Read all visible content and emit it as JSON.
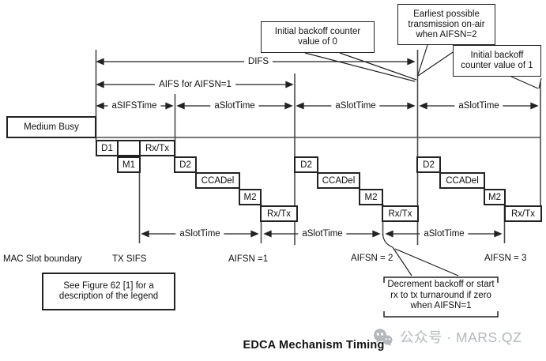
{
  "page": {
    "title": "EDCA Mechanism Timing"
  },
  "watermark": {
    "icon": "wechat-official-account-icon",
    "text": "公众号 · MARS.QZ"
  },
  "diagram": {
    "medium_busy_label": "Medium Busy",
    "arrow_labels": {
      "difs": "DIFS",
      "aifs": "AIFS for AIFSN=1",
      "asifstime": "aSIFSTime",
      "aslottime": "aSlotTime"
    },
    "block_labels": {
      "d1": "D1",
      "m1": "M1",
      "rx_tx": "Rx/Tx",
      "d2": "D2",
      "ccadel": "CCADel",
      "m2": "M2"
    },
    "callouts": {
      "initial_backoff_0": "Initial backoff counter value of 0",
      "earliest_possible": "Earliest possible transmission on-air when AIFSN=2",
      "initial_backoff_1": "Initial backoff counter value of 1"
    },
    "notes": {
      "see_figure": "See Figure 62 [1] for a description of the legend",
      "decrement_backoff": "Decrement backoff or start rx to tx turnaround if zero when AIFSN=1"
    },
    "axis_labels": {
      "mac_slot_boundary": "MAC Slot boundary",
      "tx_sifs": "TX SIFS",
      "aifsn_1": "AIFSN =1",
      "aifsn_2": "AIFSN = 2",
      "aifsn_3": "AIFSN = 3"
    },
    "colors": {
      "line": "#3c3c3c",
      "border": "#222222",
      "watermark": "#b4b8bc"
    }
  }
}
